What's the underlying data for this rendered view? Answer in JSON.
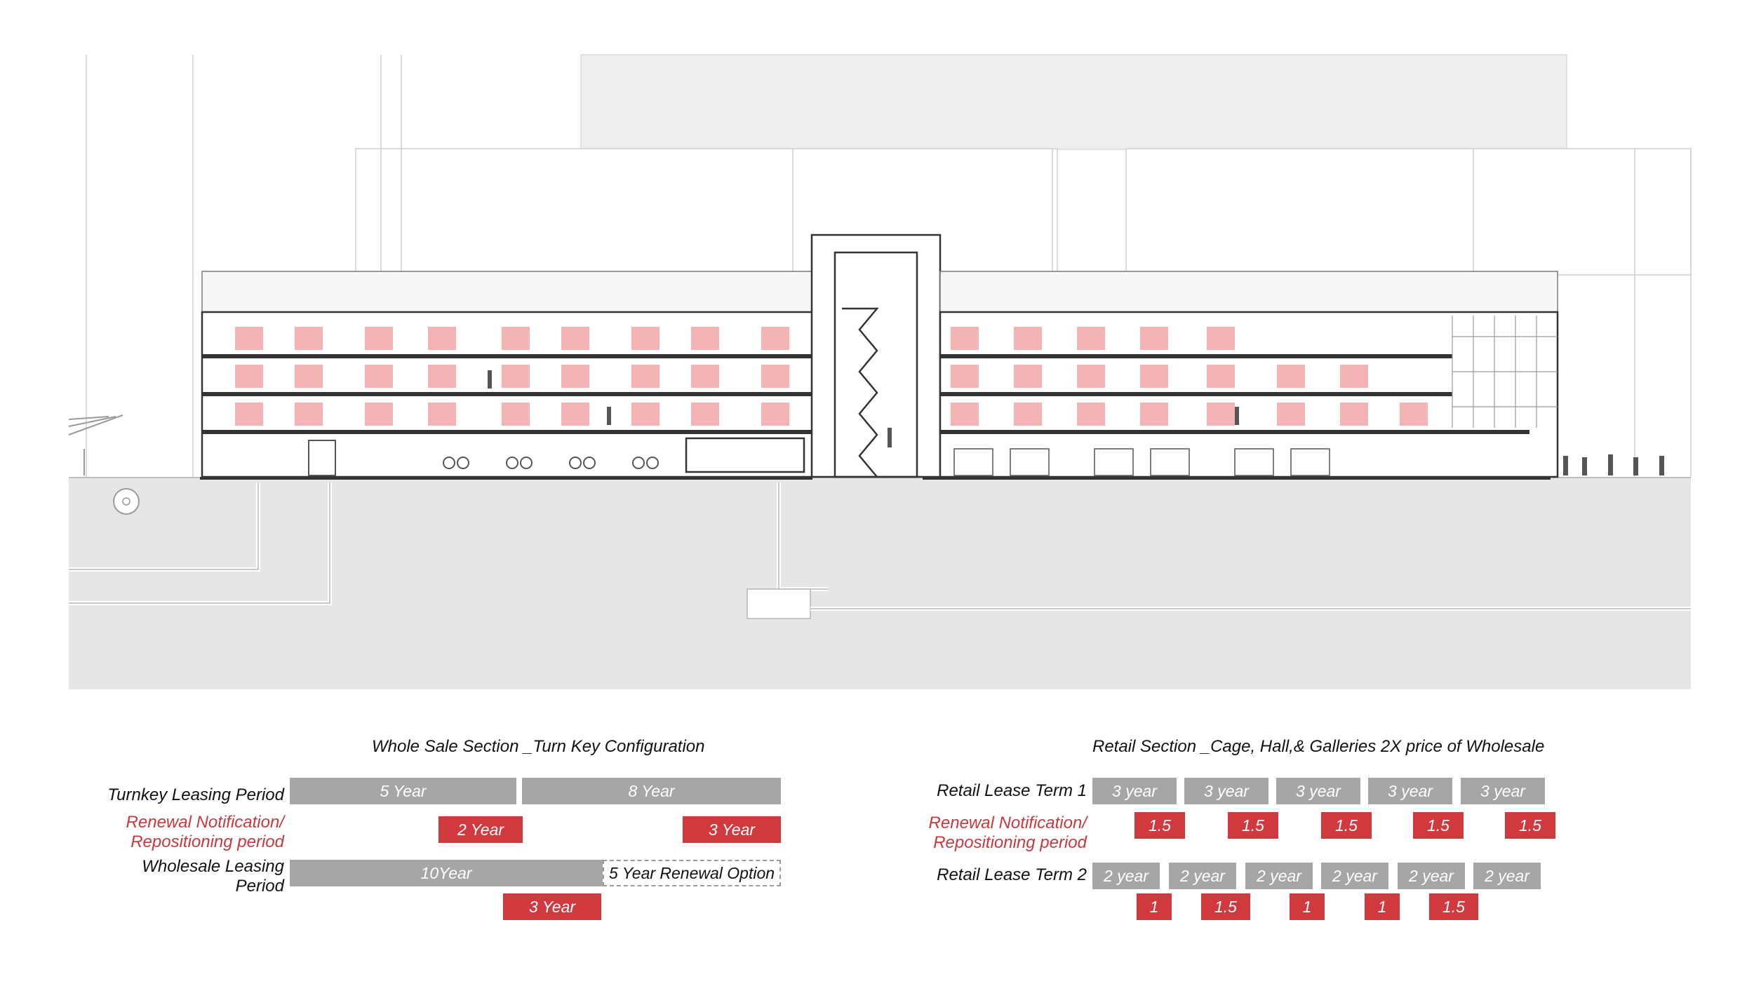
{
  "wholesale": {
    "title": "Whole Sale Section _Turn Key Configuration",
    "rows": {
      "turnkey_label": "Turnkey Leasing Period",
      "renewal_label_1": "Renewal Notification/",
      "renewal_label_2": "Repositioning period",
      "wholesale_label_1": "Wholesale Leasing",
      "wholesale_label_2": "Period"
    },
    "bars": {
      "turnkey_a": "5 Year",
      "turnkey_b": "8 Year",
      "renewal_a": "2 Year",
      "renewal_b": "3 Year",
      "wholesale_a": "10Year",
      "wholesale_option": "5 Year Renewal Option",
      "wholesale_renewal": "3 Year"
    }
  },
  "retail": {
    "title": "Retail Section  _Cage, Hall,& Galleries 2X price of Wholesale",
    "rows": {
      "term1_label": "Retail Lease Term 1",
      "renewal_label_1": "Renewal Notification/",
      "renewal_label_2": "Repositioning period",
      "term2_label": "Retail Lease Term 2"
    },
    "term1": [
      "3 year",
      "3 year",
      "3 year",
      "3 year",
      "3 year"
    ],
    "term1_renewal": [
      "1.5",
      "1.5",
      "1.5",
      "1.5",
      "1.5"
    ],
    "term2": [
      "2 year",
      "2 year",
      "2 year",
      "2 year",
      "2 year",
      "2 year"
    ],
    "term2_renewal": [
      "1",
      "1.5",
      "1",
      "1",
      "1.5"
    ]
  },
  "colors": {
    "accent_red": "#d0393e",
    "label_red": "#c8393d",
    "bar_gray": "#a6a6a6",
    "room_pink": "#f4b3b5",
    "ground_gray": "#e6e6e6"
  }
}
